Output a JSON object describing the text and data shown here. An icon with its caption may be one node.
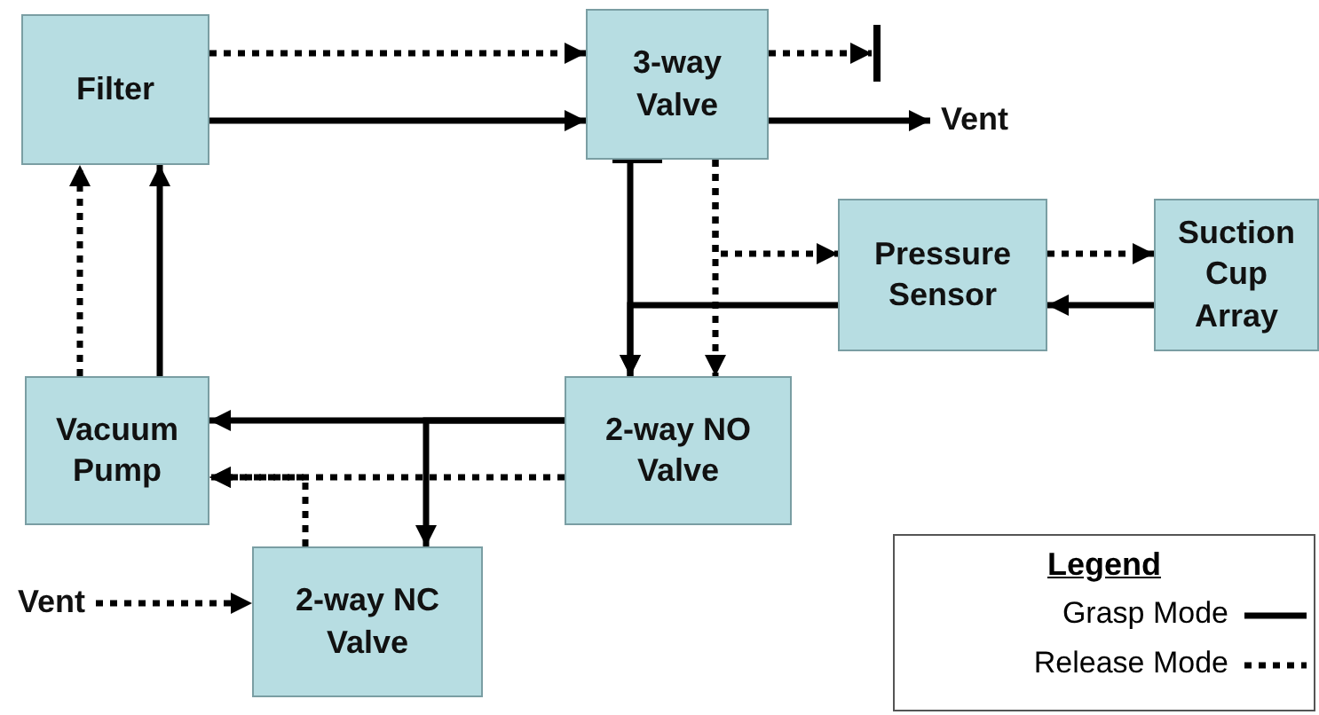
{
  "diagram": {
    "nodes": [
      {
        "text": [
          "Filter"
        ]
      },
      {
        "text": [
          "3-way Valve"
        ]
      },
      {
        "text": [
          "Vent"
        ]
      },
      {
        "text": [
          "Pressure Sensor"
        ]
      },
      {
        "text": [
          "Suction Cup Array"
        ]
      },
      {
        "text": [
          "Vacuum Pump"
        ]
      },
      {
        "text": [
          "2-way NO Valve"
        ]
      },
      {
        "text": [
          "Vent"
        ]
      },
      {
        "text": [
          "2-way NC Valve"
        ]
      }
    ],
    "edges": [
      {
        "from": 0,
        "to": 1,
        "arrow": "to",
        "style": "dashed"
      },
      {
        "from": 0,
        "to": 1,
        "arrow": "to"
      },
      {
        "from": 1,
        "to": null,
        "arrow": "to",
        "style": "dashed"
      },
      {
        "from": 1,
        "to": 2,
        "arrow": "to"
      },
      {
        "from": 1,
        "to": 6,
        "arrow": "to"
      },
      {
        "from": 1,
        "to": 6,
        "arrow": "to",
        "style": "dashed"
      },
      {
        "from": 1,
        "to": 3,
        "arrow": "to",
        "style": "dashed"
      },
      {
        "from": 3,
        "to": 4,
        "arrow": "to",
        "style": "dashed"
      },
      {
        "from": 4,
        "to": 3,
        "arrow": "to"
      },
      {
        "from": 3,
        "to": 6,
        "arrow": "to"
      },
      {
        "from": 5,
        "to": 0,
        "arrow": "to",
        "style": "dashed"
      },
      {
        "from": 5,
        "to": 0,
        "arrow": "to"
      },
      {
        "from": 6,
        "to": 5,
        "arrow": "to"
      },
      {
        "from": 6,
        "to": 8,
        "arrow": "to"
      },
      {
        "from": 6,
        "to": 5,
        "arrow": "to",
        "style": "dashed"
      },
      {
        "from": 8,
        "to": 5,
        "arrow": "to",
        "style": "dashed"
      },
      {
        "from": 7,
        "to": 8,
        "arrow": "to",
        "style": "dashed"
      }
    ],
    "labels": [
      "Legend"
    ],
    "legend": [
      {
        "text": "Grasp Mode"
      },
      {
        "text": "Release Mode"
      }
    ]
  }
}
